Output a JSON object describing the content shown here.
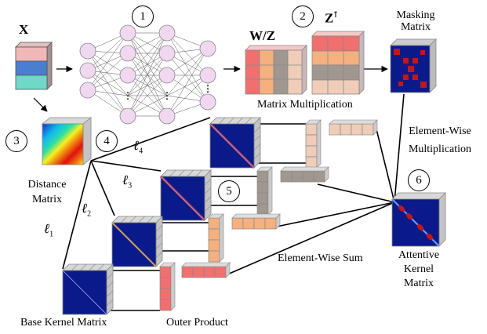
{
  "labels": {
    "x": "X",
    "wz": "W/Z",
    "zt": "Z",
    "zt_sup": "⊺",
    "masking": [
      "Masking",
      "Matrix"
    ],
    "matmul": "Matrix Multiplication",
    "elementwise_mult": [
      "Element-Wise",
      "Multiplication"
    ],
    "distance": [
      "Distance",
      "Matrix"
    ],
    "attentive": [
      "Attentive",
      "Kernel",
      "Matrix"
    ],
    "elementwise_sum": "Element-Wise Sum",
    "base_kernel": "Base Kernel Matrix",
    "outer_product": "Outer Product",
    "l1": "ℓ",
    "l1_sub": "1",
    "l2": "ℓ",
    "l2_sub": "2",
    "l3": "ℓ",
    "l3_sub": "3",
    "l4": "ℓ",
    "l4_sub": "4"
  },
  "steps": [
    "1",
    "2",
    "3",
    "4",
    "5",
    "6"
  ],
  "colors": {
    "kernel_bg": "#0a1a8a",
    "row_pink": "#f0b8b8",
    "row_blue": "#4a7fd0",
    "row_teal": "#70d8c8",
    "red_vec": "#f07070",
    "orange_vec": "#f5b080",
    "gray_vec": "#a09890",
    "peach_vec": "#efcdb8",
    "neuron": "#f0d8f0",
    "mask_red": "#c01818"
  }
}
